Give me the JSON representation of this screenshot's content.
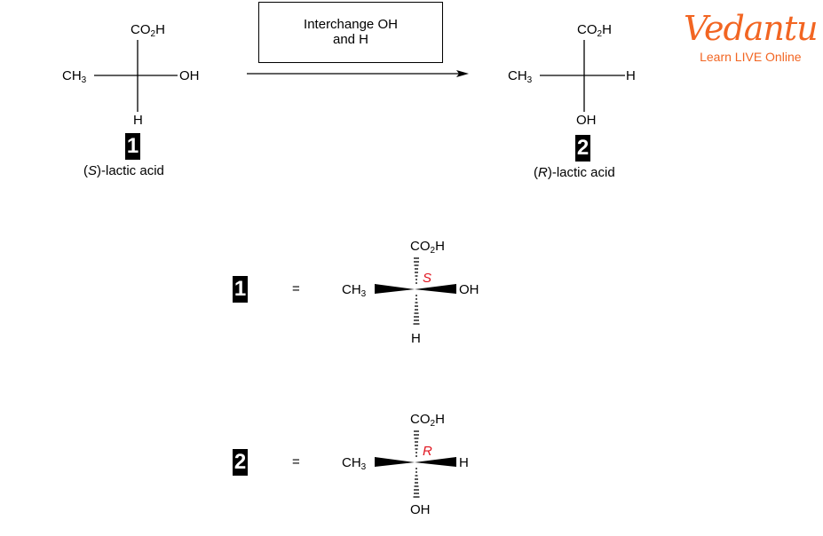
{
  "reaction": {
    "conditions_line1": "Interchange OH",
    "conditions_line2": "and H"
  },
  "fischer1": {
    "top_a": "CO",
    "top_sub": "2",
    "top_b": "H",
    "left_a": "CH",
    "left_sub": "3",
    "right": "OH",
    "bottom": "H",
    "number": "1",
    "cap_open": "(",
    "cap_stereo": "S",
    "cap_rest": ")-lactic acid"
  },
  "fischer2": {
    "top_a": "CO",
    "top_sub": "2",
    "top_b": "H",
    "left_a": "CH",
    "left_sub": "3",
    "right": "H",
    "bottom": "OH",
    "number": "2",
    "cap_open": "(",
    "cap_stereo": "R",
    "cap_rest": ")-lactic acid"
  },
  "wedge1": {
    "number": "1",
    "equals": "=",
    "top_a": "CO",
    "top_sub": "2",
    "top_b": "H",
    "left_a": "CH",
    "left_sub": "3",
    "right": "OH",
    "bottom": "H",
    "descriptor": "S"
  },
  "wedge2": {
    "number": "2",
    "equals": "=",
    "top_a": "CO",
    "top_sub": "2",
    "top_b": "H",
    "left_a": "CH",
    "left_sub": "3",
    "right": "H",
    "bottom": "OH",
    "descriptor": "R"
  },
  "logo": {
    "brand": "Vedantu",
    "tagline": "Learn LIVE Online",
    "color": "#f26522"
  },
  "colors": {
    "descriptor": "#e0141e"
  }
}
